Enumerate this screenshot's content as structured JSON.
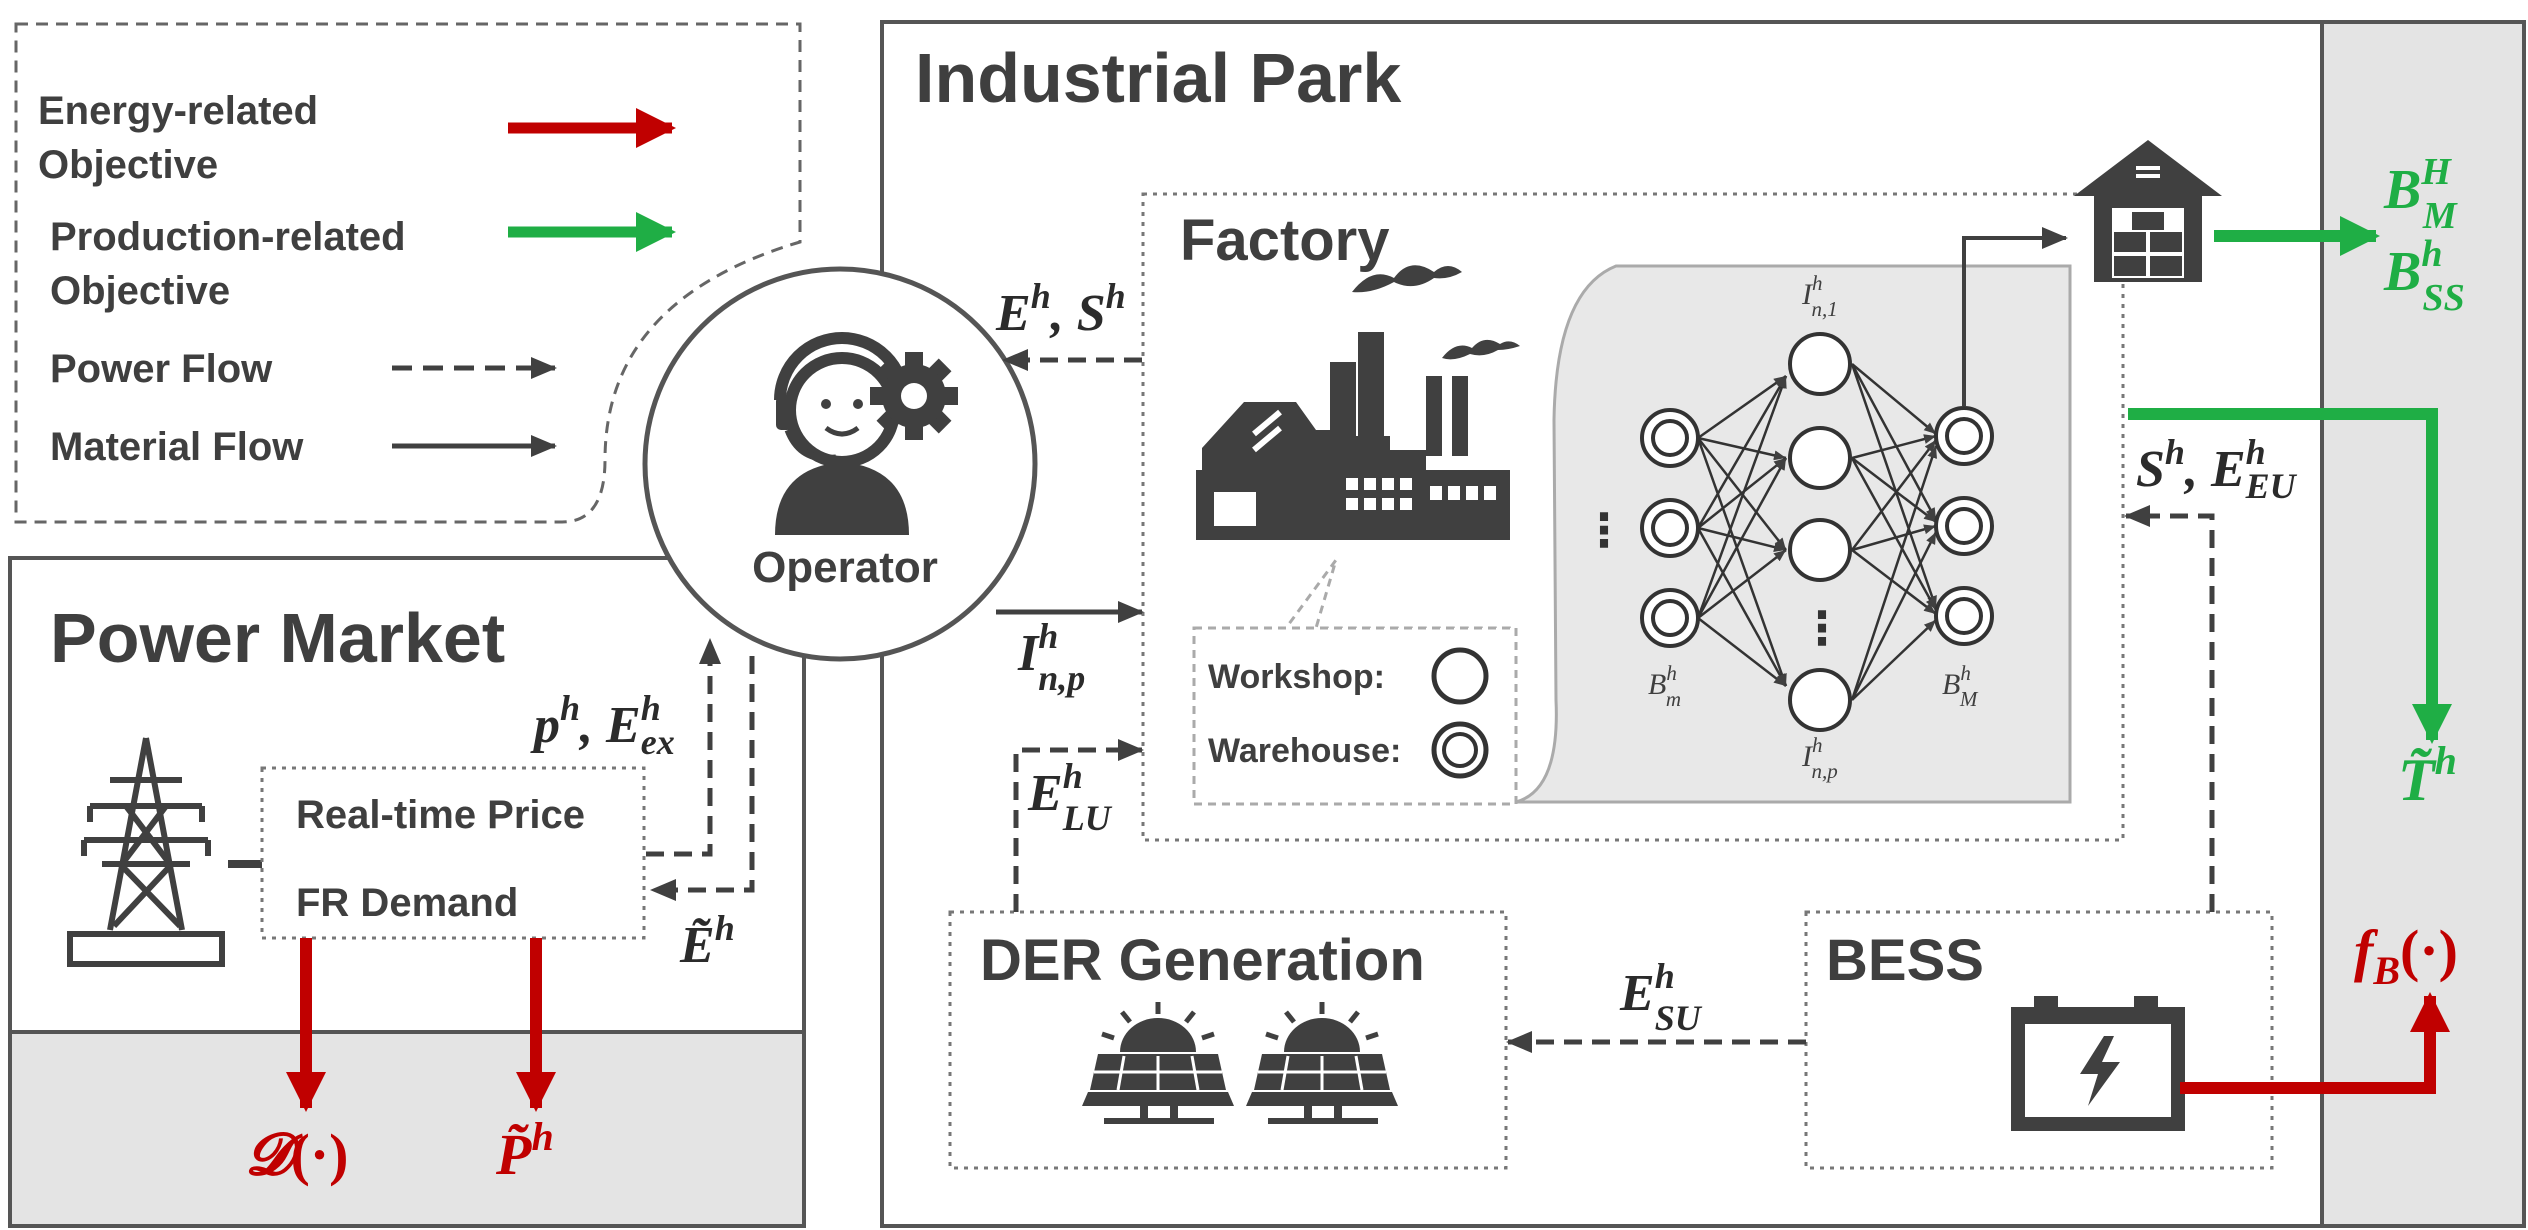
{
  "legend": {
    "energy_objective": [
      "Energy-related",
      "Objective"
    ],
    "production_objective": [
      "Production-related",
      "Objective"
    ],
    "power_flow": "Power Flow",
    "material_flow": "Material Flow"
  },
  "titles": {
    "industrial_park": "Industrial Park",
    "power_market": "Power Market",
    "factory": "Factory",
    "operator": "Operator",
    "der": "DER Generation",
    "bess": "BESS"
  },
  "market": {
    "price": "Real-time Price",
    "fr": "FR Demand"
  },
  "factory_legend": {
    "workshop": "Workshop:",
    "warehouse": "Warehouse:"
  },
  "network": {
    "i_n1": {
      "base": "I",
      "sup": "h",
      "sub": "n,1"
    },
    "i_np": {
      "base": "I",
      "sup": "h",
      "sub": "n,p"
    },
    "b_m": {
      "base": "B",
      "sup": "h",
      "sub": "m"
    },
    "b_M": {
      "base": "B",
      "sup": "h",
      "sub": "M"
    },
    "ellipsis_left": "⋮",
    "ellipsis_mid": "⋮"
  },
  "math": {
    "e_s": {
      "base": "E",
      "sup": "h",
      "sep": ", ",
      "base2": "S",
      "sup2": "h"
    },
    "p_eex": {
      "base": "p",
      "sup": "h",
      "sep": ", ",
      "base2": "E",
      "sup2": "h",
      "sub2": "ex"
    },
    "i_np": {
      "base": "I",
      "sup": "h",
      "sub": "n,p"
    },
    "e_lu": {
      "base": "E",
      "sup": "h",
      "sub": "LU"
    },
    "e_tilde": {
      "base": "Ẽ",
      "sup": "h"
    },
    "s_eeu": {
      "base": "S",
      "sup": "h",
      "sep": ", ",
      "base2": "E",
      "sup2": "h",
      "sub2": "EU"
    },
    "e_su": {
      "base": "E",
      "sup": "h",
      "sub": "SU"
    },
    "b_MH": {
      "base": "B",
      "sup": "H",
      "sub": "M"
    },
    "b_SS": {
      "base": "B",
      "sup": "h",
      "sub": "SS"
    },
    "t_tilde": {
      "base": "T̃",
      "sup": "h"
    },
    "f_b": {
      "base": "f",
      "sub": "B",
      "tail": "(·)"
    },
    "d_func": {
      "base": "𝓓",
      "tail": "(·)"
    },
    "p_tilde": {
      "base": "P̃",
      "sup": "h"
    }
  },
  "colors": {
    "energy": "#c00000",
    "production": "#1fae45",
    "flow": "#404040",
    "panel_gray": "#e4e4e4"
  }
}
